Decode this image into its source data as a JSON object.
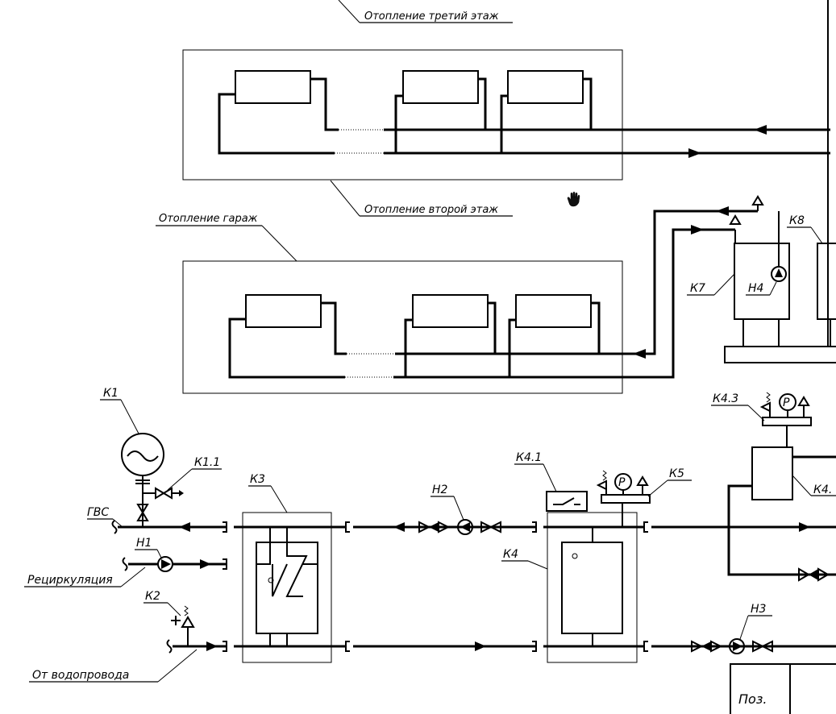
{
  "labels": {
    "heating_third_floor": "Отопление третий этаж",
    "heating_second_floor": "Отопление второй этаж",
    "heating_garage": "Отопление гараж",
    "dhw": "ГВС",
    "recirculation": "Рециркуляция",
    "from_water_supply": "От водопровода"
  },
  "components": {
    "k1": "К1",
    "k1_1": "К1.1",
    "k2": "К2",
    "k3": "К3",
    "k4": "К4",
    "k4_1": "К4.1",
    "k4_2": "К4.",
    "k4_3": "К4.3",
    "k5": "К5",
    "k7": "К7",
    "k8": "К8",
    "h1": "Н1",
    "h2": "Н2",
    "h3": "Н3",
    "h4": "Н4"
  },
  "gauge_symbol": "P",
  "title_block": {
    "pos_label": "Поз."
  },
  "cursor_icon": "hand-pan-icon"
}
